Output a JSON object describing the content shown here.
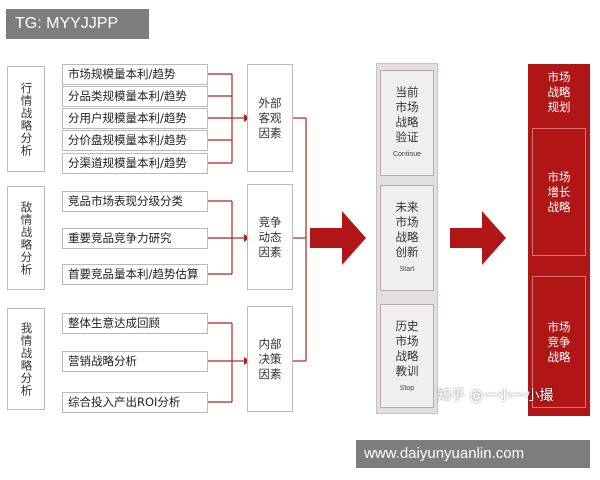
{
  "tag": "TG: MYYJJPP",
  "categories": [
    {
      "label": "行情战略分析",
      "items": [
        "市场规模量本利/趋势",
        "分品类规模量本利/趋势",
        "分用户规模量本利/趋势",
        "分价盘规模量本利/趋势",
        "分渠道规模量本利/趋势"
      ],
      "factor": "外部客观因素"
    },
    {
      "label": "敌情战略分析",
      "items": [
        "竞品市场表现分级分类",
        "重要竞品竞争力研究",
        "首要竞品量本利/趋势估算"
      ],
      "factor": "竞争动态因素"
    },
    {
      "label": "我情战略分析",
      "items": [
        "整体生意达成回顾",
        "营销战略分析",
        "综合投入产出ROI分析"
      ],
      "factor": "内部决策因素"
    }
  ],
  "verification": [
    {
      "zh": "当前市场战略验证",
      "en": "Continue"
    },
    {
      "zh": "未来市场战略创新",
      "en": "Start"
    },
    {
      "zh": "历史市场战略教训",
      "en": "Stop"
    }
  ],
  "planning": {
    "title": "市场战略规划",
    "boxes": [
      "市场增长战略",
      "市场竞争战略"
    ]
  },
  "watermark": "知乎 @一小一小撮",
  "url": "www.daiyunyuanlin.com",
  "colors": {
    "accent_red": "#b01616",
    "connector": "#b22222"
  }
}
